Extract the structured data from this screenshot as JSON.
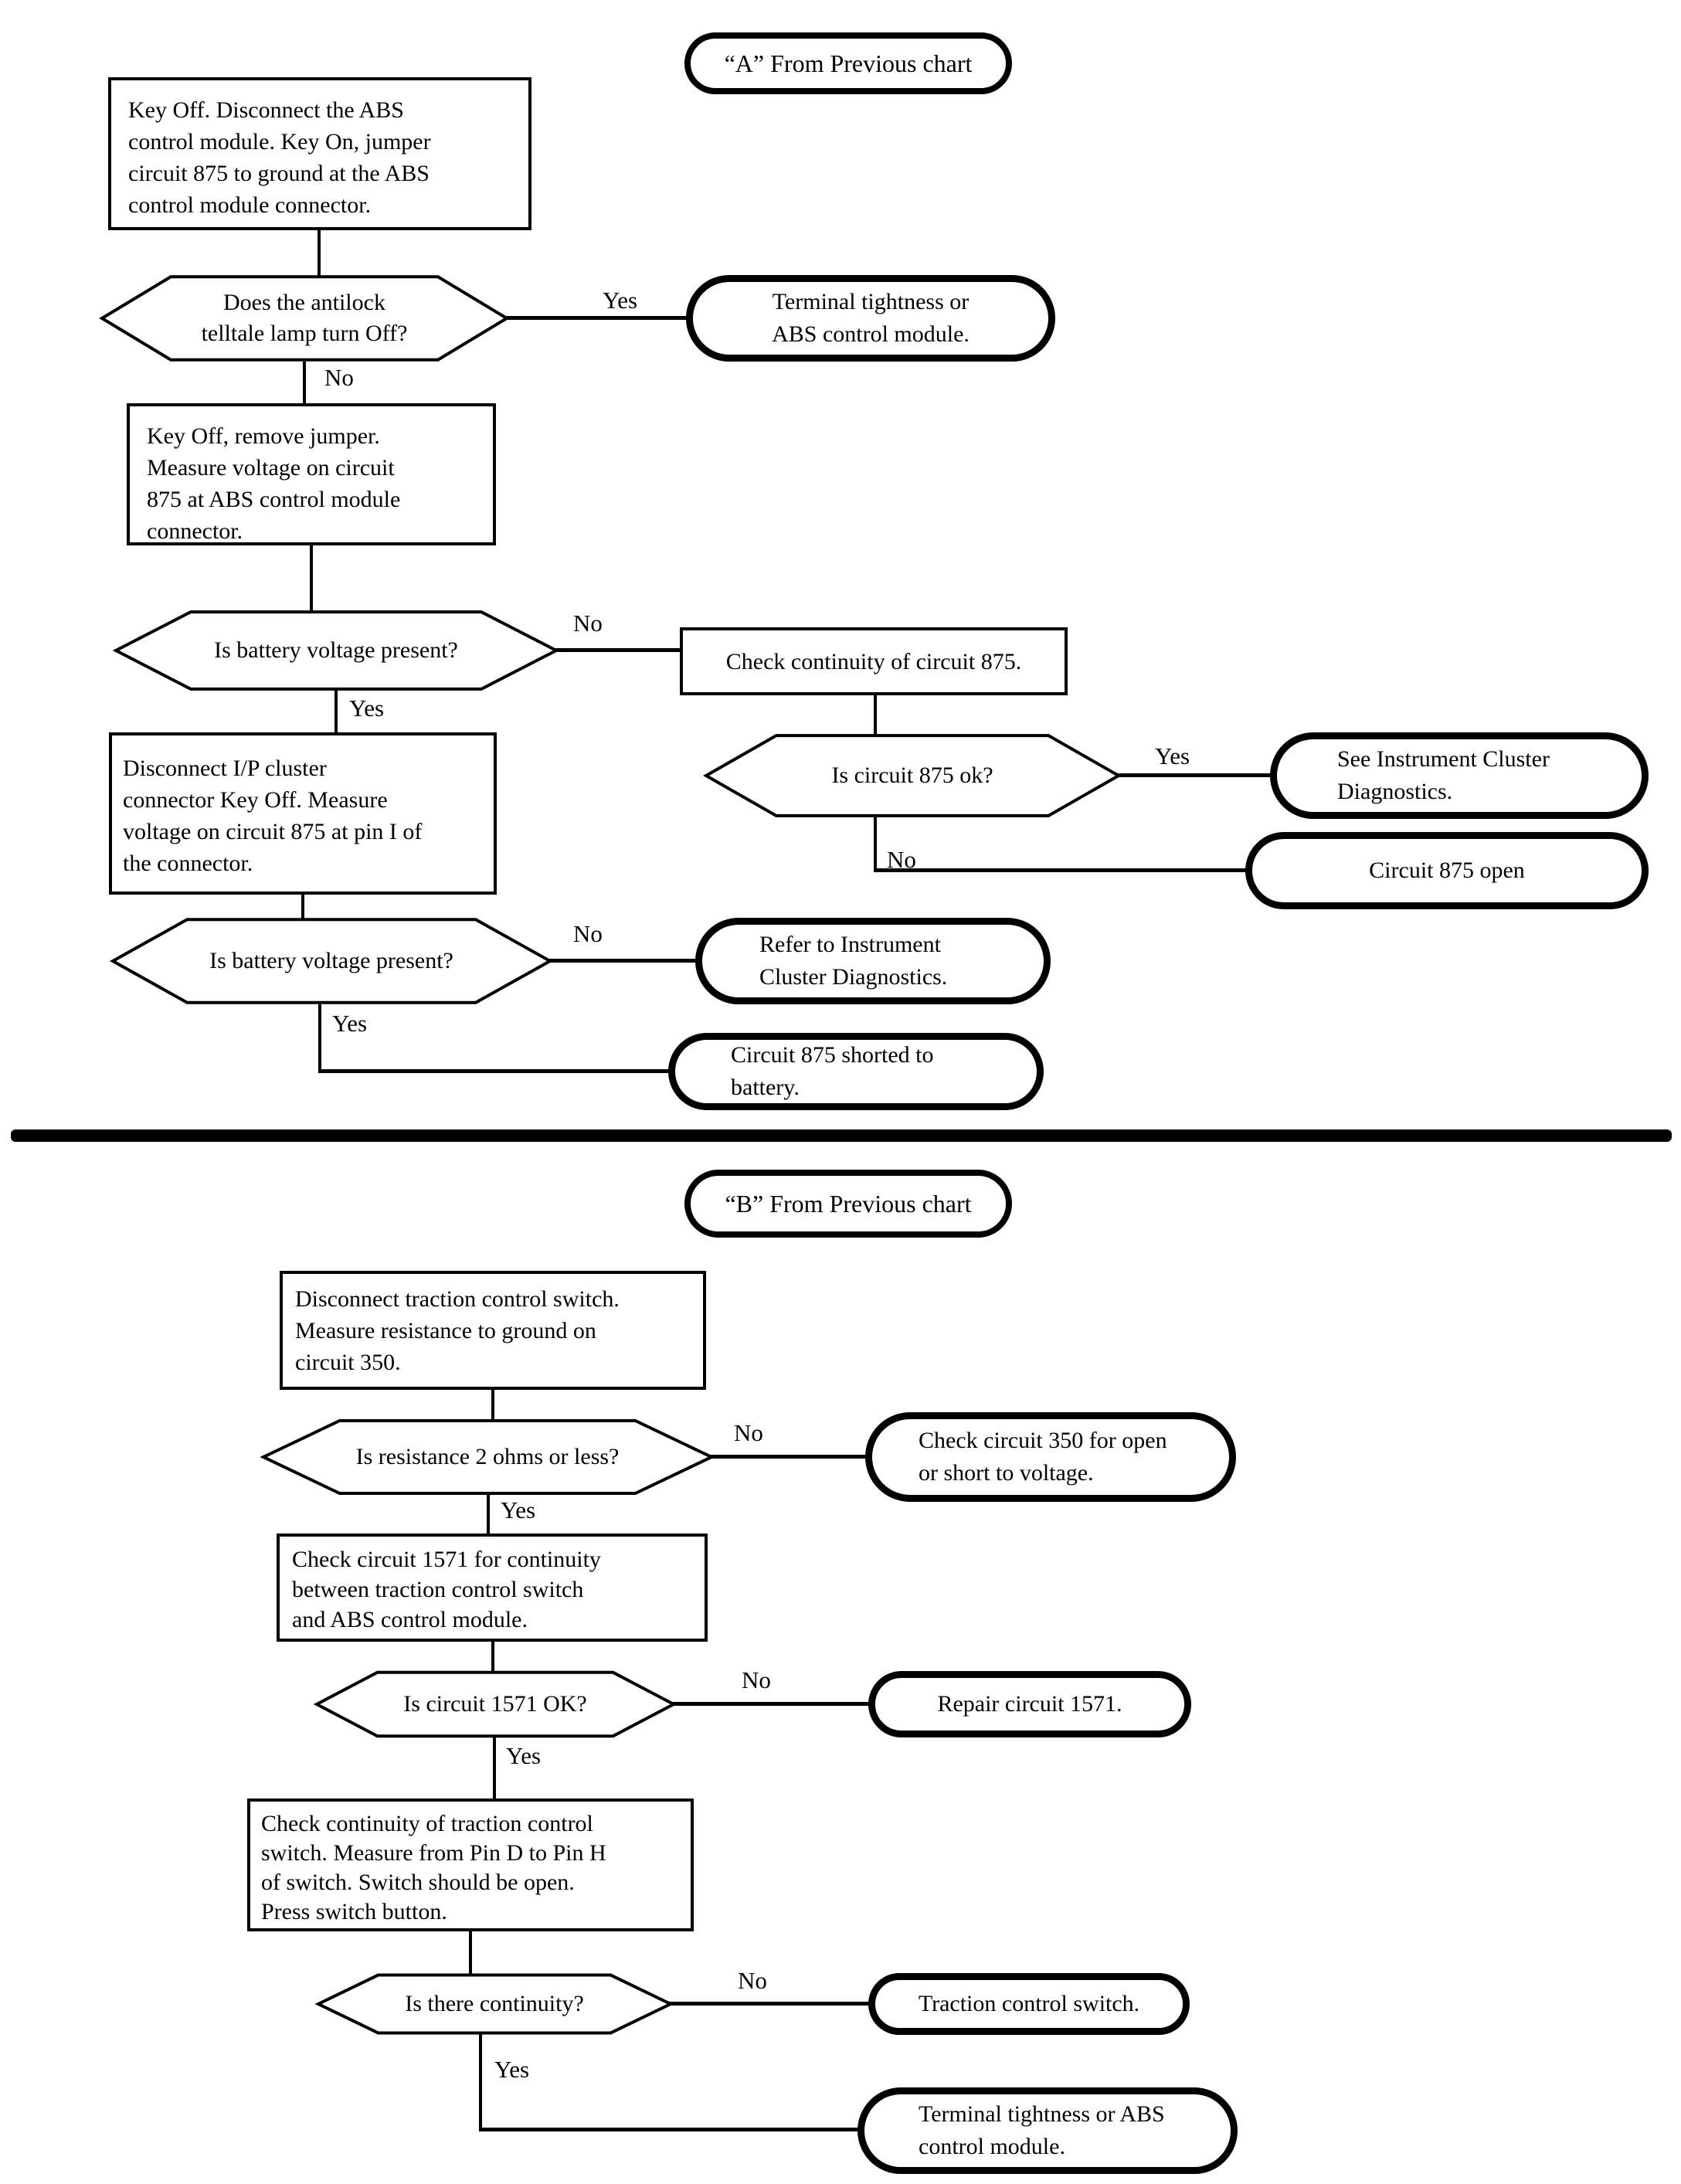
{
  "labels": {
    "yes": "Yes",
    "no": "No"
  },
  "a": {
    "entry": "“A” From Previous chart",
    "box_jumper": "Key Off. Disconnect the ABS\ncontrol module. Key On, jumper\ncircuit 875 to ground at the ABS\ncontrol module connector.",
    "hex_telltale": "Does the antilock\ntelltale lamp turn Off?",
    "oval_terminal": "Terminal tightness or\nABS control module.",
    "box_remove_jumper": "Key Off, remove jumper.\nMeasure voltage on circuit\n875 at ABS control module\nconnector.",
    "hex_battery1": "Is battery voltage present?",
    "box_check_continuity": "Check continuity of circuit 875.",
    "hex_circuit875": "Is circuit 875 ok?",
    "oval_see_cluster": "See Instrument Cluster\nDiagnostics.",
    "oval_875_open": "Circuit 875 open",
    "box_ip_cluster": "Disconnect I/P cluster\nconnector Key Off. Measure\nvoltage on circuit 875 at pin I of\nthe connector.",
    "hex_battery2": "Is battery voltage present?",
    "oval_refer_cluster": "Refer to Instrument\nCluster Diagnostics.",
    "oval_875_shorted": "Circuit 875 shorted to\nbattery."
  },
  "b": {
    "entry": "“B” From Previous chart",
    "box_disconnect_switch": "Disconnect traction control switch.\nMeasure resistance to ground on\ncircuit 350.",
    "hex_resistance": "Is resistance 2 ohms or less?",
    "oval_check_350": "Check circuit 350 for open\nor short to voltage.",
    "box_check_1571": "Check circuit 1571 for continuity\nbetween traction control switch\nand ABS control module.",
    "hex_1571": "Is circuit 1571 OK?",
    "oval_repair_1571": "Repair circuit 1571.",
    "box_switch_continuity": "Check continuity of traction control\nswitch.  Measure from Pin D to Pin H\nof switch.  Switch should be open.\nPress switch button.",
    "hex_continuity": "Is there continuity?",
    "oval_traction_switch": "Traction control switch.",
    "oval_terminal": "Terminal tightness or ABS\ncontrol module."
  }
}
